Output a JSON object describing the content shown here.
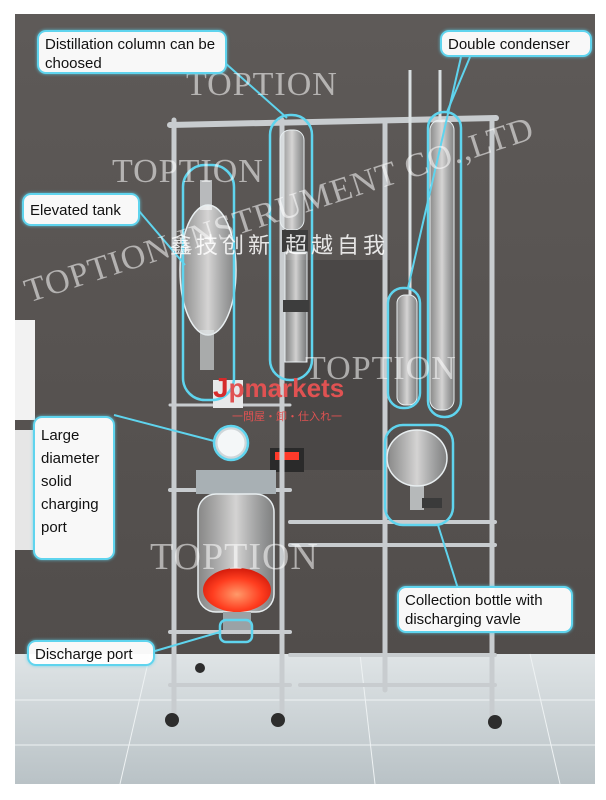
{
  "labels": {
    "distillation_column": "Distillation column can be choosed",
    "double_condenser": "Double condenser",
    "elevated_tank": "Elevated tank",
    "charging_port": "Large diameter solid charging port",
    "collection_bottle": "Collection bottle with discharging vavle",
    "discharge_port": "Discharge port"
  },
  "watermarks": {
    "toption": "TOPTION",
    "company_diagonal": "TOPTION INSTRUMENT CO.,LTD",
    "banner_cn": "鑫技创新 超越自我"
  },
  "brand_overlay": {
    "logo_j": "J",
    "logo_rest": "pmarkets",
    "tagline": "一問屋・卸・仕入れ一"
  },
  "colors": {
    "callout_border": "#5fd4ee",
    "wall": "#5a5654",
    "floor": "#cfd5d8",
    "frame": "#c8cccf",
    "liquid": "#ff4a2a",
    "brand_red": "#d62b2b"
  }
}
